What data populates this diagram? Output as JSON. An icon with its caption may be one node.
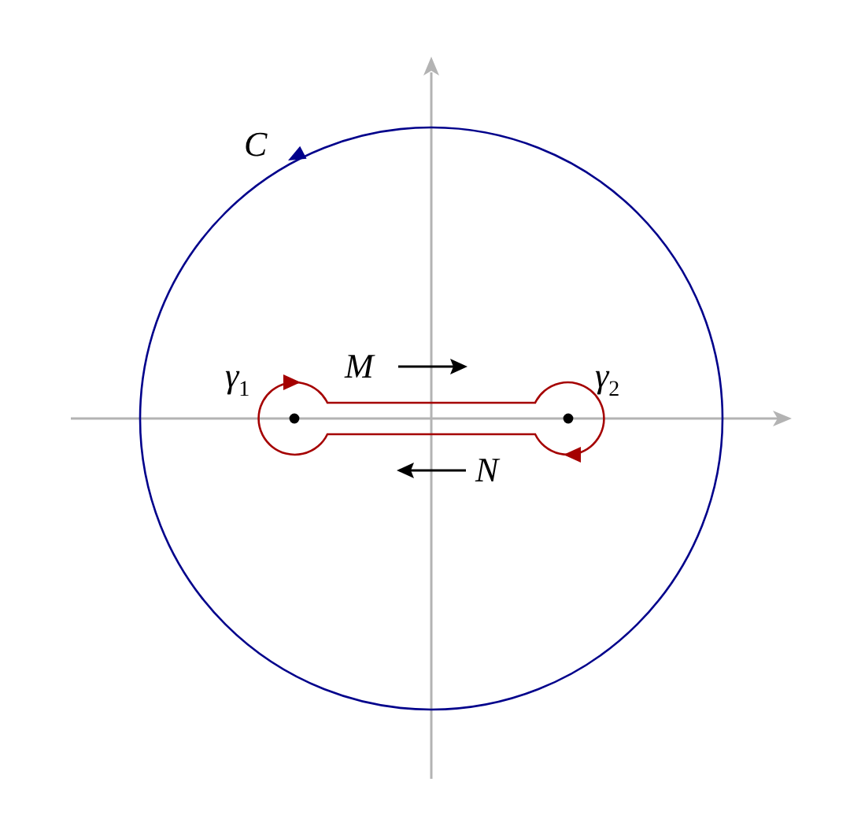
{
  "diagram": {
    "labels": [
      "C",
      "γ$_{1}$",
      "M",
      "γ$_{2}$",
      "N"
    ]
  }
}
